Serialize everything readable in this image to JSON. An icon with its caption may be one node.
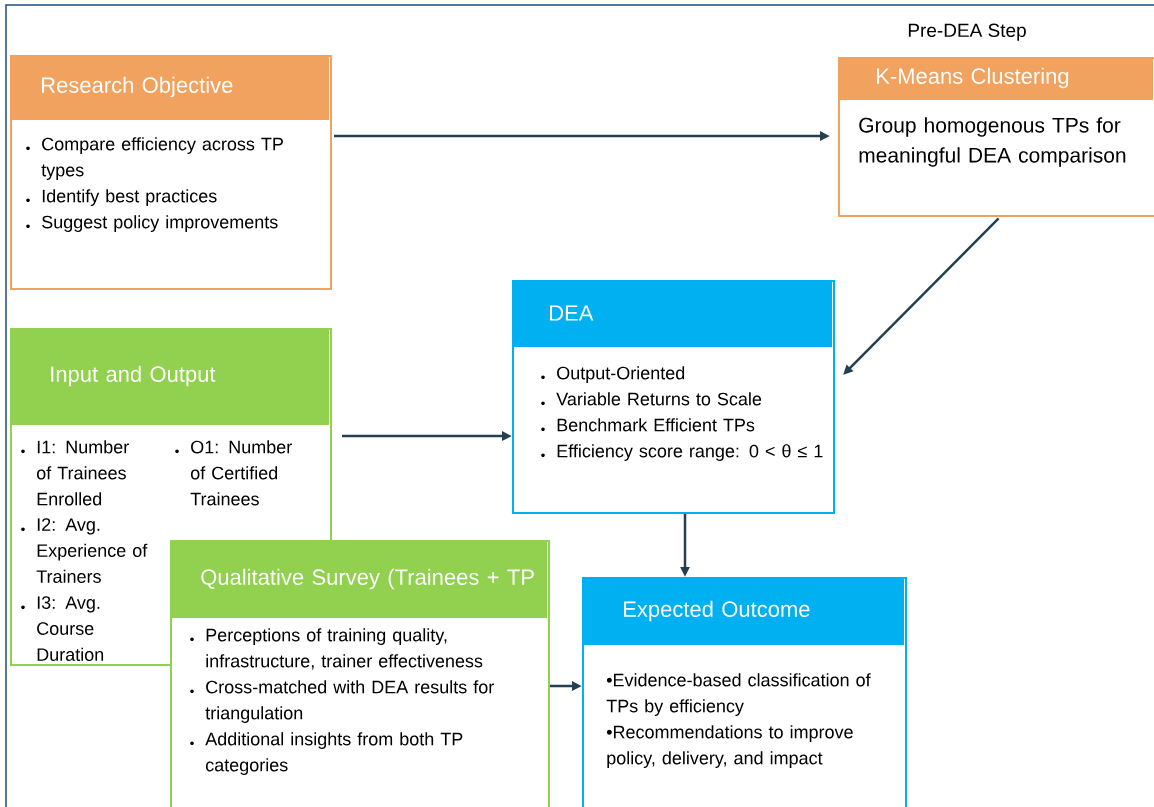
{
  "diagram": {
    "nodes": [
      {
        "text": [
          "Research Objective",
          "Compare efficiency across TP types",
          "Identify best practices",
          "Suggest policy improvements"
        ]
      },
      {
        "text": [
          "K-Means Clustering",
          "Group homogenous TPs for meaningful DEA comparison"
        ],
        "beside": [
          "Pre-DEA Step"
        ]
      },
      {
        "text": [
          "Input and Output",
          "I1: Number of Trainees Enrolled",
          "I2: Avg. Experience of Trainers",
          "I3: Avg. Course Duration",
          "O1: Number of Certified Trainees"
        ]
      },
      {
        "text": [
          "DEA",
          "Output-Oriented",
          "Variable Returns to Scale",
          "Benchmark Efficient TPs",
          "Efficiency score range: 0 < θ ≤ 1"
        ]
      },
      {
        "text": [
          "Qualitative Survey (Trainees + TP",
          "Perceptions of training quality, infrastructure, trainer effectiveness",
          "Cross-matched with DEA results for triangulation",
          "Additional insights from both TP categories"
        ]
      },
      {
        "text": [
          "Expected Outcome",
          "•Evidence-based classification of TPs by efficiency",
          "•Recommendations to improve policy, delivery, and impact"
        ]
      }
    ],
    "edges": [
      {
        "from": 0,
        "to": 1,
        "arrow": "to"
      },
      {
        "from": 1,
        "to": 3,
        "arrow": "to"
      },
      {
        "from": 2,
        "to": 3,
        "arrow": "to"
      },
      {
        "from": 3,
        "to": 5,
        "arrow": "to"
      },
      {
        "from": 4,
        "to": 5,
        "arrow": "to"
      }
    ]
  }
}
